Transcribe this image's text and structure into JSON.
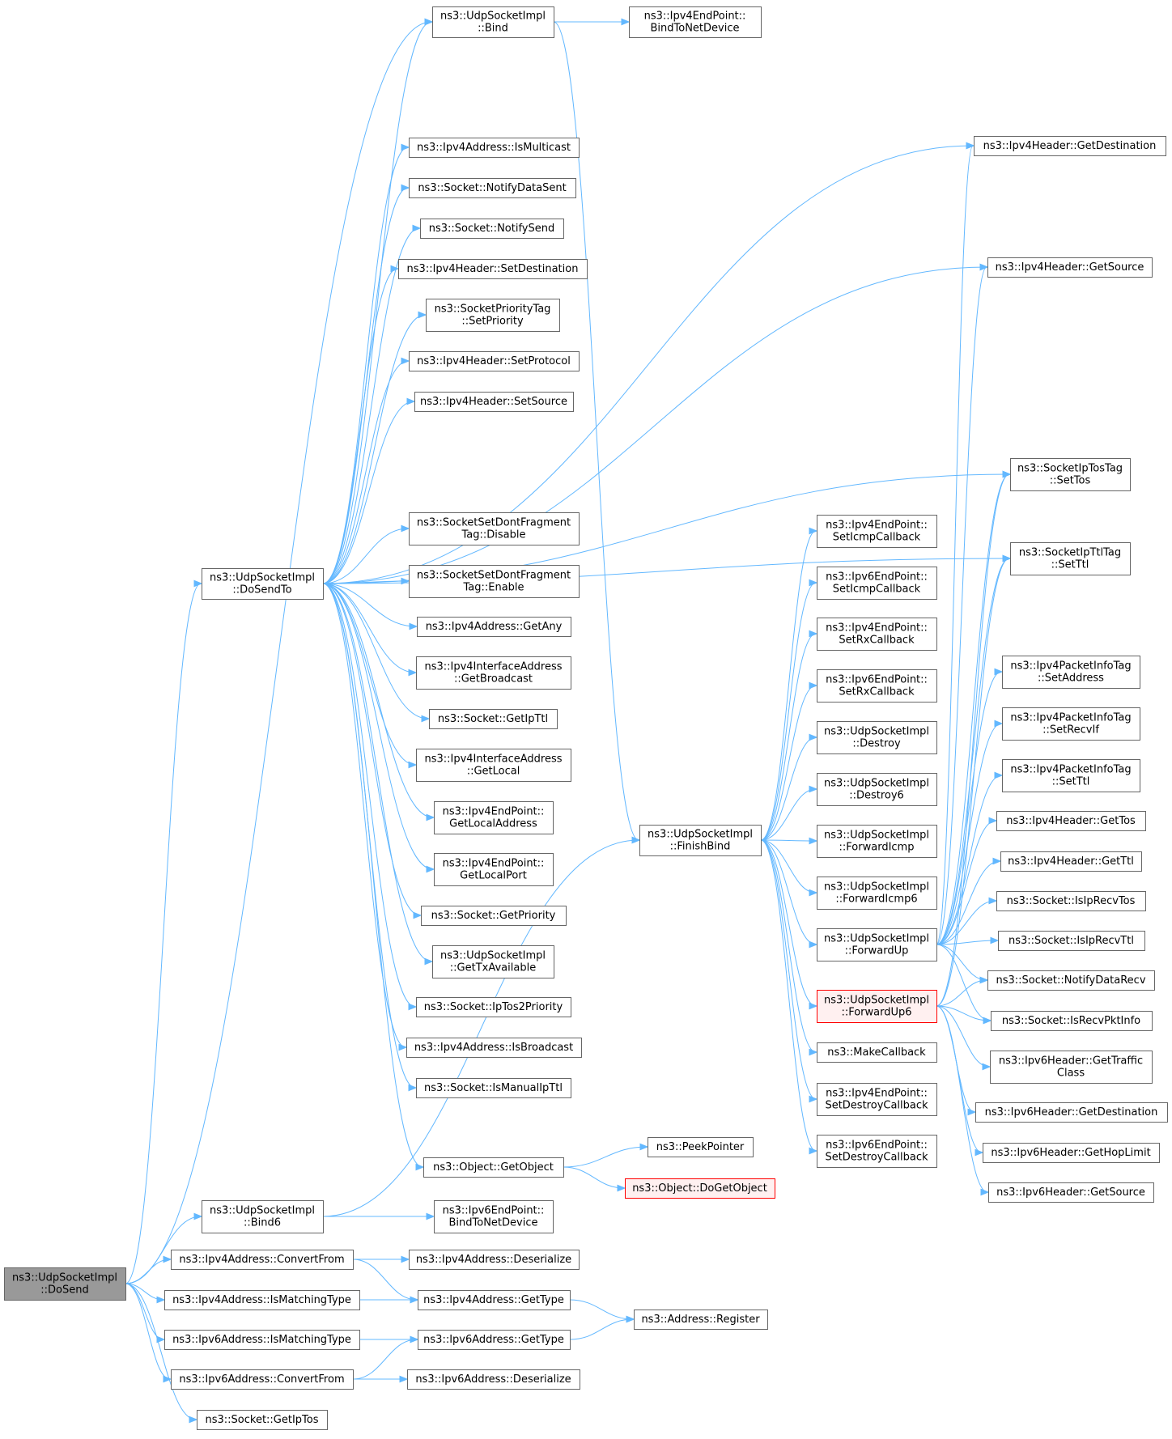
{
  "colors": {
    "edge": "#63b8ff",
    "node_border": "#666666",
    "root_fill": "#999999",
    "truncated_border": "#ff0000",
    "truncated_fill": "#fff0f0"
  },
  "nodes": [
    {
      "id": "dosend",
      "lines": [
        "ns3::UdpSocketImpl",
        "::DoSend"
      ],
      "style": "root"
    },
    {
      "id": "bind",
      "lines": [
        "ns3::UdpSocketImpl",
        "::Bind"
      ]
    },
    {
      "id": "bindtonet4",
      "lines": [
        "ns3::Ipv4EndPoint::",
        "BindToNetDevice"
      ]
    },
    {
      "id": "ismulticast",
      "lines": [
        "ns3::Ipv4Address::IsMulticast"
      ]
    },
    {
      "id": "notifydatasent",
      "lines": [
        "ns3::Socket::NotifyDataSent"
      ]
    },
    {
      "id": "notifysend",
      "lines": [
        "ns3::Socket::NotifySend"
      ]
    },
    {
      "id": "setdestination",
      "lines": [
        "ns3::Ipv4Header::SetDestination"
      ]
    },
    {
      "id": "setpriority",
      "lines": [
        "ns3::SocketPriorityTag",
        "::SetPriority"
      ]
    },
    {
      "id": "setprotocol",
      "lines": [
        "ns3::Ipv4Header::SetProtocol"
      ]
    },
    {
      "id": "setsource",
      "lines": [
        "ns3::Ipv4Header::SetSource"
      ]
    },
    {
      "id": "dfdisable",
      "lines": [
        "ns3::SocketSetDontFragment",
        "Tag::Disable"
      ]
    },
    {
      "id": "dfenable",
      "lines": [
        "ns3::SocketSetDontFragment",
        "Tag::Enable"
      ]
    },
    {
      "id": "getany",
      "lines": [
        "ns3::Ipv4Address::GetAny"
      ]
    },
    {
      "id": "getbroadcast",
      "lines": [
        "ns3::Ipv4InterfaceAddress",
        "::GetBroadcast"
      ]
    },
    {
      "id": "getipttl",
      "lines": [
        "ns3::Socket::GetIpTtl"
      ]
    },
    {
      "id": "getlocal",
      "lines": [
        "ns3::Ipv4InterfaceAddress",
        "::GetLocal"
      ]
    },
    {
      "id": "getlocaladdress",
      "lines": [
        "ns3::Ipv4EndPoint::",
        "GetLocalAddress"
      ]
    },
    {
      "id": "getlocalport",
      "lines": [
        "ns3::Ipv4EndPoint::",
        "GetLocalPort"
      ]
    },
    {
      "id": "getpriority",
      "lines": [
        "ns3::Socket::GetPriority"
      ]
    },
    {
      "id": "gettxavailable",
      "lines": [
        "ns3::UdpSocketImpl",
        "::GetTxAvailable"
      ]
    },
    {
      "id": "iptos2priority",
      "lines": [
        "ns3::Socket::IpTos2Priority"
      ]
    },
    {
      "id": "isbroadcast",
      "lines": [
        "ns3::Ipv4Address::IsBroadcast"
      ]
    },
    {
      "id": "ismanualipttl",
      "lines": [
        "ns3::Socket::IsManualIpTtl"
      ]
    },
    {
      "id": "dosendto",
      "lines": [
        "ns3::UdpSocketImpl",
        "::DoSendTo"
      ]
    },
    {
      "id": "getobject",
      "lines": [
        "ns3::Object::GetObject"
      ]
    },
    {
      "id": "peekpointer",
      "lines": [
        "ns3::PeekPointer"
      ]
    },
    {
      "id": "dogetobject",
      "lines": [
        "ns3::Object::DoGetObject"
      ],
      "style": "trunc"
    },
    {
      "id": "bind6",
      "lines": [
        "ns3::UdpSocketImpl",
        "::Bind6"
      ]
    },
    {
      "id": "bindtonet6",
      "lines": [
        "ns3::Ipv6EndPoint::",
        "BindToNetDevice"
      ]
    },
    {
      "id": "v4convertfrom",
      "lines": [
        "ns3::Ipv4Address::ConvertFrom"
      ]
    },
    {
      "id": "v4deserialize",
      "lines": [
        "ns3::Ipv4Address::Deserialize"
      ]
    },
    {
      "id": "v4ismatching",
      "lines": [
        "ns3::Ipv4Address::IsMatchingType"
      ]
    },
    {
      "id": "v4gettype",
      "lines": [
        "ns3::Ipv4Address::GetType"
      ]
    },
    {
      "id": "register",
      "lines": [
        "ns3::Address::Register"
      ]
    },
    {
      "id": "v6ismatching",
      "lines": [
        "ns3::Ipv6Address::IsMatchingType"
      ]
    },
    {
      "id": "v6gettype",
      "lines": [
        "ns3::Ipv6Address::GetType"
      ]
    },
    {
      "id": "v6convertfrom",
      "lines": [
        "ns3::Ipv6Address::ConvertFrom"
      ]
    },
    {
      "id": "v6deserialize",
      "lines": [
        "ns3::Ipv6Address::Deserialize"
      ]
    },
    {
      "id": "getiptos",
      "lines": [
        "ns3::Socket::GetIpTos"
      ]
    },
    {
      "id": "finishbind",
      "lines": [
        "ns3::UdpSocketImpl",
        "::FinishBind"
      ]
    },
    {
      "id": "v4seticmp",
      "lines": [
        "ns3::Ipv4EndPoint::",
        "SetIcmpCallback"
      ]
    },
    {
      "id": "v6seticmp",
      "lines": [
        "ns3::Ipv6EndPoint::",
        "SetIcmpCallback"
      ]
    },
    {
      "id": "v4setrx",
      "lines": [
        "ns3::Ipv4EndPoint::",
        "SetRxCallback"
      ]
    },
    {
      "id": "v6setrx",
      "lines": [
        "ns3::Ipv6EndPoint::",
        "SetRxCallback"
      ]
    },
    {
      "id": "destroy",
      "lines": [
        "ns3::UdpSocketImpl",
        "::Destroy"
      ]
    },
    {
      "id": "destroy6",
      "lines": [
        "ns3::UdpSocketImpl",
        "::Destroy6"
      ]
    },
    {
      "id": "forwardicmp",
      "lines": [
        "ns3::UdpSocketImpl",
        "::ForwardIcmp"
      ]
    },
    {
      "id": "forwardicmp6",
      "lines": [
        "ns3::UdpSocketImpl",
        "::ForwardIcmp6"
      ]
    },
    {
      "id": "forwardup",
      "lines": [
        "ns3::UdpSocketImpl",
        "::ForwardUp"
      ]
    },
    {
      "id": "forwardup6",
      "lines": [
        "ns3::UdpSocketImpl",
        "::ForwardUp6"
      ],
      "style": "trunc"
    },
    {
      "id": "makecallback",
      "lines": [
        "ns3::MakeCallback"
      ]
    },
    {
      "id": "v4setdestroy",
      "lines": [
        "ns3::Ipv4EndPoint::",
        "SetDestroyCallback"
      ]
    },
    {
      "id": "v6setdestroy",
      "lines": [
        "ns3::Ipv6EndPoint::",
        "SetDestroyCallback"
      ]
    },
    {
      "id": "v4hgetdest",
      "lines": [
        "ns3::Ipv4Header::GetDestination"
      ]
    },
    {
      "id": "v4hgetsource",
      "lines": [
        "ns3::Ipv4Header::GetSource"
      ]
    },
    {
      "id": "settos",
      "lines": [
        "ns3::SocketIpTosTag",
        "::SetTos"
      ]
    },
    {
      "id": "setttl",
      "lines": [
        "ns3::SocketIpTtlTag",
        "::SetTtl"
      ]
    },
    {
      "id": "pisetaddress",
      "lines": [
        "ns3::Ipv4PacketInfoTag",
        "::SetAddress"
      ]
    },
    {
      "id": "pisetrecvif",
      "lines": [
        "ns3::Ipv4PacketInfoTag",
        "::SetRecvIf"
      ]
    },
    {
      "id": "pisetttl",
      "lines": [
        "ns3::Ipv4PacketInfoTag",
        "::SetTtl"
      ]
    },
    {
      "id": "v4hgettos",
      "lines": [
        "ns3::Ipv4Header::GetTos"
      ]
    },
    {
      "id": "v4hgetttl",
      "lines": [
        "ns3::Ipv4Header::GetTtl"
      ]
    },
    {
      "id": "isiprecvtos",
      "lines": [
        "ns3::Socket::IsIpRecvTos"
      ]
    },
    {
      "id": "isiprecvttl",
      "lines": [
        "ns3::Socket::IsIpRecvTtl"
      ]
    },
    {
      "id": "notifydatarecv",
      "lines": [
        "ns3::Socket::NotifyDataRecv"
      ]
    },
    {
      "id": "isrecvpktinfo",
      "lines": [
        "ns3::Socket::IsRecvPktInfo"
      ]
    },
    {
      "id": "v6gettraffic",
      "lines": [
        "ns3::Ipv6Header::GetTraffic",
        "Class"
      ]
    },
    {
      "id": "v6getdest",
      "lines": [
        "ns3::Ipv6Header::GetDestination"
      ]
    },
    {
      "id": "v6gethoplimit",
      "lines": [
        "ns3::Ipv6Header::GetHopLimit"
      ]
    },
    {
      "id": "v6getsource",
      "lines": [
        "ns3::Ipv6Header::GetSource"
      ]
    }
  ],
  "edges": [
    [
      "dosend",
      "bind"
    ],
    [
      "dosend",
      "dosendto"
    ],
    [
      "dosend",
      "bind6"
    ],
    [
      "dosend",
      "v4convertfrom"
    ],
    [
      "dosend",
      "v4ismatching"
    ],
    [
      "dosend",
      "v6ismatching"
    ],
    [
      "dosend",
      "v6convertfrom"
    ],
    [
      "dosend",
      "getiptos"
    ],
    [
      "bind",
      "bindtonet4"
    ],
    [
      "bind",
      "finishbind"
    ],
    [
      "dosendto",
      "bind"
    ],
    [
      "dosendto",
      "v4hgetdest"
    ],
    [
      "dosendto",
      "v4hgetsource"
    ],
    [
      "dosendto",
      "ismulticast"
    ],
    [
      "dosendto",
      "notifydatasent"
    ],
    [
      "dosendto",
      "notifysend"
    ],
    [
      "dosendto",
      "setdestination"
    ],
    [
      "dosendto",
      "setpriority"
    ],
    [
      "dosendto",
      "setprotocol"
    ],
    [
      "dosendto",
      "setsource"
    ],
    [
      "dosendto",
      "settos"
    ],
    [
      "dosendto",
      "setttl"
    ],
    [
      "dosendto",
      "dfdisable"
    ],
    [
      "dosendto",
      "dfenable"
    ],
    [
      "dosendto",
      "getany"
    ],
    [
      "dosendto",
      "getbroadcast"
    ],
    [
      "dosendto",
      "getipttl"
    ],
    [
      "dosendto",
      "getlocal"
    ],
    [
      "dosendto",
      "getlocaladdress"
    ],
    [
      "dosendto",
      "getlocalport"
    ],
    [
      "dosendto",
      "getpriority"
    ],
    [
      "dosendto",
      "gettxavailable"
    ],
    [
      "dosendto",
      "iptos2priority"
    ],
    [
      "dosendto",
      "isbroadcast"
    ],
    [
      "dosendto",
      "ismanualipttl"
    ],
    [
      "dosendto",
      "getobject"
    ],
    [
      "getobject",
      "peekpointer"
    ],
    [
      "getobject",
      "dogetobject"
    ],
    [
      "bind6",
      "finishbind"
    ],
    [
      "bind6",
      "bindtonet6"
    ],
    [
      "v4convertfrom",
      "v4deserialize"
    ],
    [
      "v4convertfrom",
      "v4gettype"
    ],
    [
      "v4ismatching",
      "v4gettype"
    ],
    [
      "v4gettype",
      "register"
    ],
    [
      "v6ismatching",
      "v6gettype"
    ],
    [
      "v6convertfrom",
      "v6gettype"
    ],
    [
      "v6convertfrom",
      "v6deserialize"
    ],
    [
      "v6gettype",
      "register"
    ],
    [
      "finishbind",
      "v4seticmp"
    ],
    [
      "finishbind",
      "v6seticmp"
    ],
    [
      "finishbind",
      "v4setrx"
    ],
    [
      "finishbind",
      "v6setrx"
    ],
    [
      "finishbind",
      "destroy"
    ],
    [
      "finishbind",
      "destroy6"
    ],
    [
      "finishbind",
      "forwardicmp"
    ],
    [
      "finishbind",
      "forwardicmp6"
    ],
    [
      "finishbind",
      "forwardup"
    ],
    [
      "finishbind",
      "forwardup6"
    ],
    [
      "finishbind",
      "makecallback"
    ],
    [
      "finishbind",
      "v4setdestroy"
    ],
    [
      "finishbind",
      "v6setdestroy"
    ],
    [
      "forwardup",
      "v4hgetdest"
    ],
    [
      "forwardup",
      "v4hgetsource"
    ],
    [
      "forwardup",
      "settos"
    ],
    [
      "forwardup",
      "setttl"
    ],
    [
      "forwardup",
      "pisetaddress"
    ],
    [
      "forwardup",
      "pisetrecvif"
    ],
    [
      "forwardup",
      "pisetttl"
    ],
    [
      "forwardup",
      "v4hgettos"
    ],
    [
      "forwardup",
      "v4hgetttl"
    ],
    [
      "forwardup",
      "isiprecvtos"
    ],
    [
      "forwardup",
      "isiprecvttl"
    ],
    [
      "forwardup",
      "notifydatarecv"
    ],
    [
      "forwardup",
      "isrecvpktinfo"
    ],
    [
      "forwardup6",
      "notifydatarecv"
    ],
    [
      "forwardup6",
      "isrecvpktinfo"
    ],
    [
      "forwardup6",
      "v6gettraffic"
    ],
    [
      "forwardup6",
      "v6getdest"
    ],
    [
      "forwardup6",
      "v6gethoplimit"
    ],
    [
      "forwardup6",
      "v6getsource"
    ],
    [
      "forwardup6",
      "settos"
    ],
    [
      "forwardup6",
      "setttl"
    ]
  ]
}
